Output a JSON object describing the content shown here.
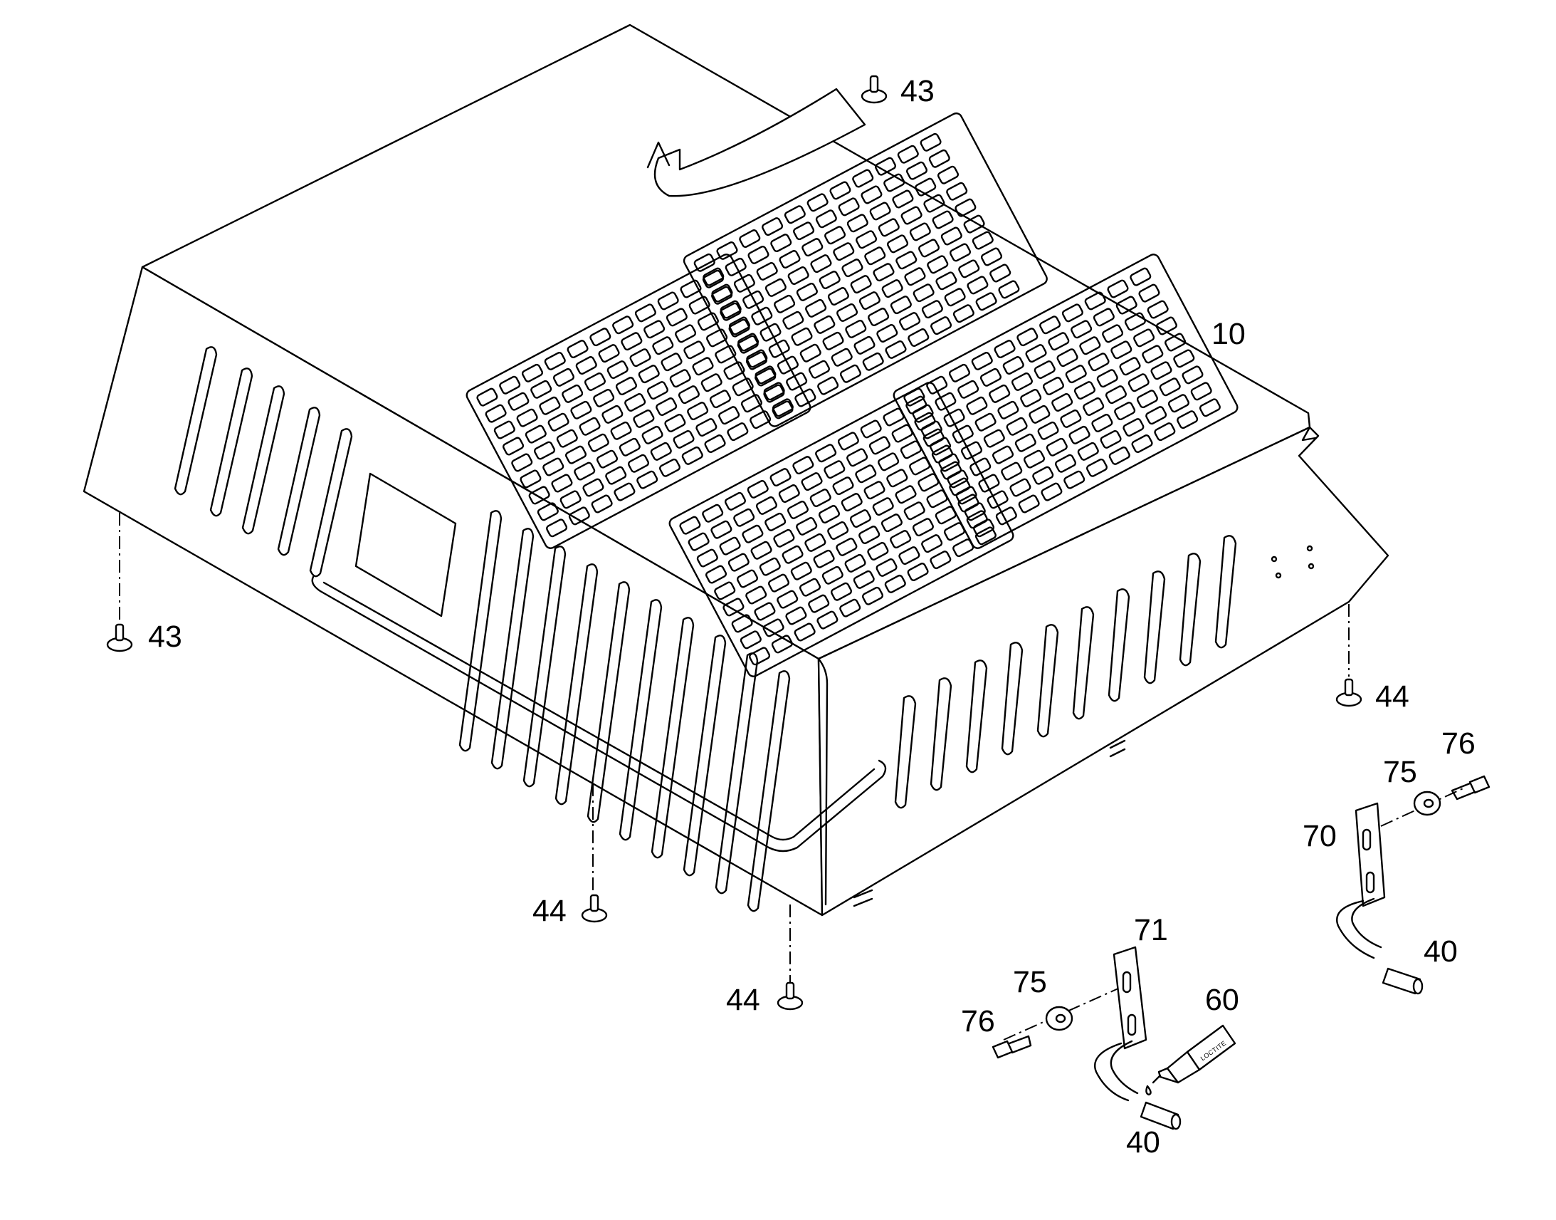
{
  "callouts": {
    "c43_top": "43",
    "c43_left": "43",
    "c44_right": "44",
    "c44_mid": "44",
    "c44_bottom": "44",
    "c10": "10",
    "c76_right": "76",
    "c75_right": "75",
    "c70": "70",
    "c40_right": "40",
    "c71": "71",
    "c75_left": "75",
    "c76_left": "76",
    "c60": "60",
    "c40_bottom": "40"
  },
  "tube_label": "LOCTITE"
}
